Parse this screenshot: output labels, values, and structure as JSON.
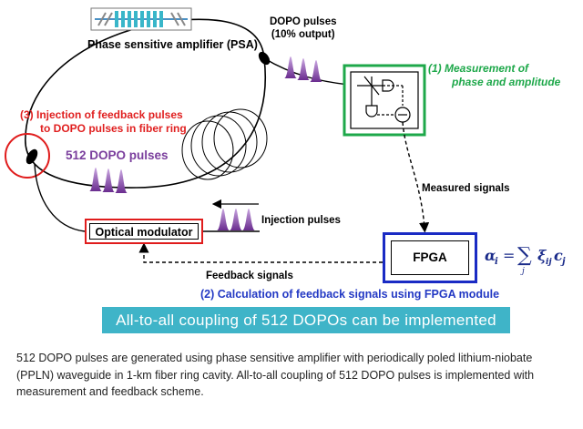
{
  "diagram": {
    "psa_label": "Phase sensitive amplifier (PSA)",
    "dopo_output_line1": "DOPO pulses",
    "dopo_output_line2": "(10% output)",
    "measurement_title_line1": "(1)  Measurement of",
    "measurement_title_line2": "phase and amplitude",
    "injection_title_line1": "(3) Injection of feedback pulses",
    "injection_title_line2": "to DOPO pulses in fiber ring",
    "dopo512_label": "512 DOPO pulses",
    "measured_signals": "Measured signals",
    "injection_pulses": "Injection pulses",
    "optical_modulator": "Optical modulator",
    "fpga": "FPGA",
    "feedback_signals": "Feedback signals",
    "calculation_title": "(2) Calculation of feedback signals using FPGA module",
    "banner": "All-to-all coupling of 512 DOPOs can be implemented",
    "formula": "αi = Σj ξij cj",
    "colors": {
      "measurement": "#1ea84a",
      "injection": "#e02020",
      "dopo512": "#7a3e9d",
      "fpga_box": "#1a2bc4",
      "calculation": "#2339c4",
      "banner_bg": "#3fb4c8",
      "pulse": "#7a3e9d"
    }
  },
  "caption": "512 DOPO pulses are generated using phase sensitive amplifier with periodically poled lithium-niobate (PPLN) waveguide in 1-km fiber ring cavity. All-to-all coupling of 512 DOPO pulses is implemented with measurement and feedback scheme."
}
